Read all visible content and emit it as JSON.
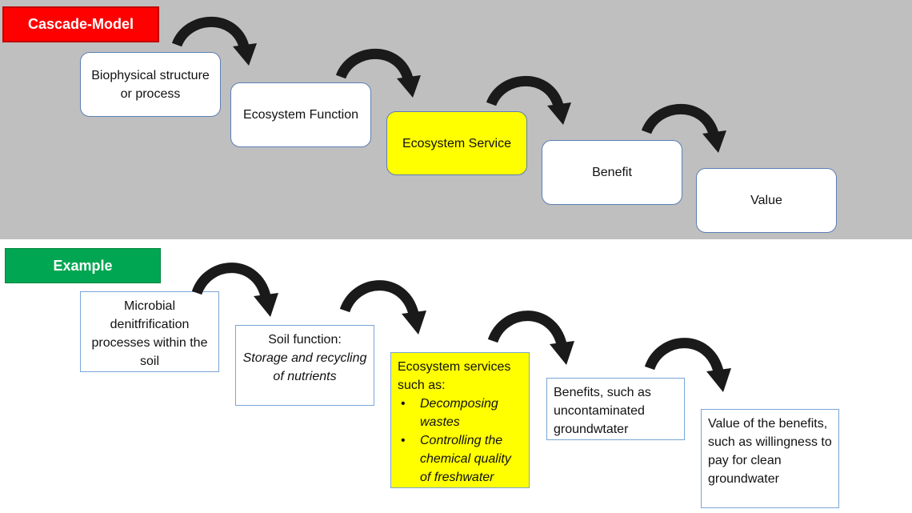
{
  "cascade": {
    "label": "Cascade-Model",
    "steps": [
      "Biophysical structure or process",
      "Ecosystem Function",
      "Ecosystem Service",
      "Benefit",
      "Value"
    ],
    "highlight_color": "#ffff00"
  },
  "example": {
    "label": "Example",
    "step1": "Microbial denitfrification processes within the soil",
    "step2": {
      "heading": "Soil function:",
      "detail": "Storage and recycling of nutrients"
    },
    "step3": {
      "heading": "Ecosystem services such as:",
      "bullets": [
        "Decomposing wastes",
        "Controlling the chemical quality of freshwater"
      ]
    },
    "step4": "Benefits, such as uncontaminated groundwtater",
    "step5": "Value of the benefits, such as willingness to pay for clean groundwater"
  },
  "colors": {
    "cascade_label": "#ff0000",
    "example_label": "#00a651",
    "band": "#bfbfbf",
    "arrow": "#1a1a1a"
  },
  "icons": {
    "connector": "curved-arrow-icon"
  }
}
